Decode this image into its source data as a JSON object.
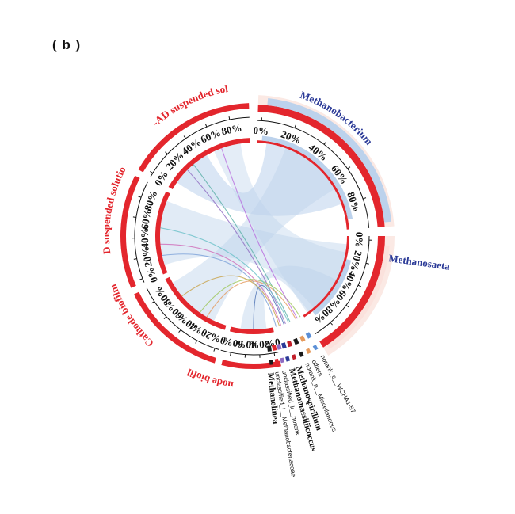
{
  "panel_label": "( b )",
  "colors": {
    "sample": "#e3262d",
    "genus_blue": "#2b3a97",
    "light_blue": "#bcd2ec",
    "methanospirillum": "#7b3fa4"
  },
  "chart_data": {
    "type": "chord",
    "sample_ticks": [
      "0%",
      "20%",
      "40%",
      "60%",
      "80%"
    ],
    "genus_ticks": [
      "0%",
      "20%",
      "40%",
      "60%",
      "80%"
    ],
    "samples": [
      {
        "name": "MEC-AD suspended solution",
        "color": "#e3262d"
      },
      {
        "name": "AD suspended solution",
        "color": "#e3262d"
      },
      {
        "name": "Cathode biofilm",
        "color": "#e3262d"
      },
      {
        "name": "Anode biofilm",
        "color": "#e3262d"
      }
    ],
    "genera": [
      {
        "name": "Methanobacterium",
        "color": "#e3262d",
        "label_color": "#2b3a97"
      },
      {
        "name": "Methanosaeta",
        "color": "#e3262d",
        "label_color": "#2b3a97"
      },
      {
        "name": "norank_c__WCHA1-57",
        "color": "#5b8fd6",
        "label_color": "#111111"
      },
      {
        "name": "others",
        "color": "#e59a5c",
        "label_color": "#111111"
      },
      {
        "name": "norank_p__Miscellaneous",
        "color": "#1a1a1a",
        "label_color": "#111111"
      },
      {
        "name": "Methanospirillum",
        "color": "#c21f2a",
        "label_color": "#7b3fa4"
      },
      {
        "name": "Methanomassiliicoccus",
        "color": "#2b3a97",
        "label_color": "#2b3a97"
      },
      {
        "name": "unclassified_k__norank",
        "color": "#8e6bc2",
        "label_color": "#111111"
      },
      {
        "name": "unclassified_f__Methanobacteriaceae",
        "color": "#e3262d",
        "label_color": "#111111"
      },
      {
        "name": "Methanolinea",
        "color": "#1a1a1a",
        "label_color": "#2b3a97"
      }
    ]
  }
}
